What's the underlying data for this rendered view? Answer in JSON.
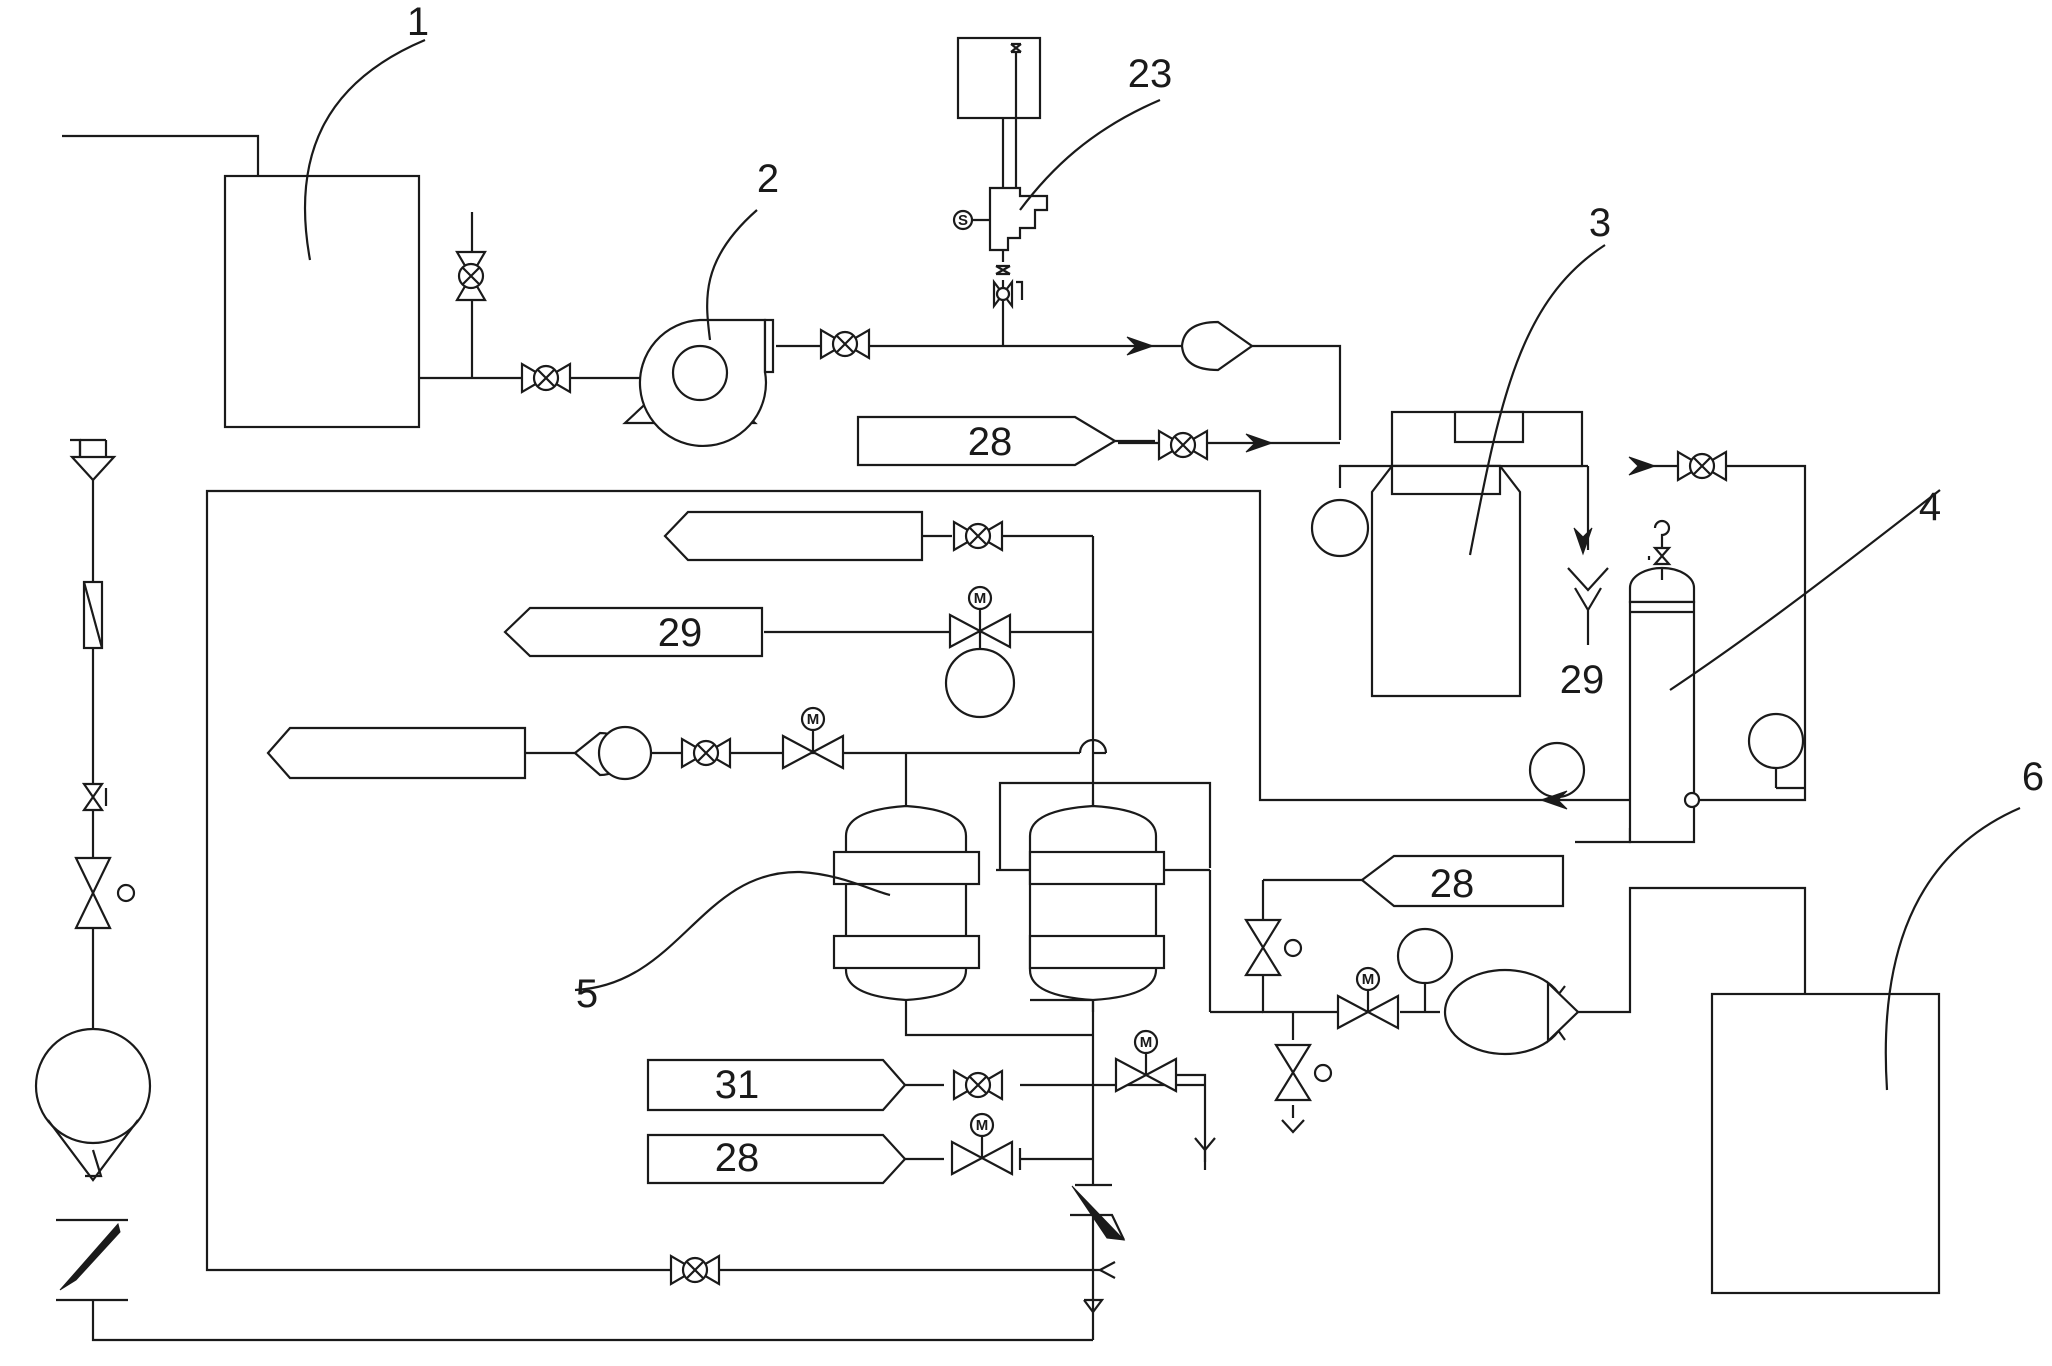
{
  "labels": {
    "n1": "1",
    "n2": "2",
    "n3": "3",
    "n4": "4",
    "n5": "5",
    "n6": "6",
    "n23": "23",
    "box28_top": "28",
    "box29": "29",
    "arrow29": "29",
    "box28_right": "28",
    "box31": "31",
    "box28_bottom": "28"
  },
  "symbols": {
    "motor": "M",
    "solenoid": "S"
  }
}
